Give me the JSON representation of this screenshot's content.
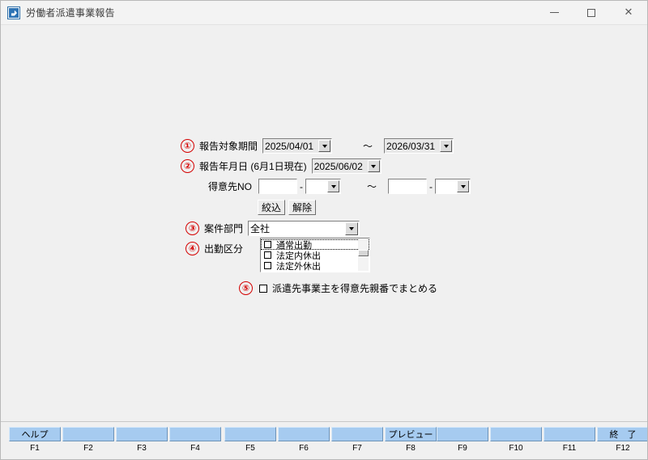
{
  "window": {
    "title": "労働者派遣事業報告",
    "icon": "app-icon",
    "minimize_label": "─",
    "maximize_label": "□",
    "close_label": "✕"
  },
  "form": {
    "period": {
      "marker": "①",
      "label": "報告対象期間",
      "from_value": "2025/04/01",
      "tilde": "～",
      "to_value": "2026/03/31"
    },
    "report_date": {
      "marker": "②",
      "label": "報告年月日 (6月1日現在)",
      "value": "2025/06/02"
    },
    "customer_no": {
      "label": "得意先NO",
      "from_main": "",
      "from_main_placeholder": "",
      "dash": "-",
      "from_sub": "",
      "tilde": "～",
      "to_main": "",
      "to_sub": "",
      "filter_button": "絞込",
      "clear_button": "解除"
    },
    "department": {
      "marker": "③",
      "label": "案件部門",
      "value": "全社"
    },
    "attendance": {
      "marker": "④",
      "label": "出勤区分",
      "items": [
        {
          "label": "通常出勤",
          "checked": false,
          "focused": true
        },
        {
          "label": "法定内休出",
          "checked": false,
          "focused": false
        },
        {
          "label": "法定外休出",
          "checked": false,
          "focused": false
        },
        {
          "label": "",
          "checked": false,
          "focused": false
        }
      ]
    },
    "group_option": {
      "marker": "⑤",
      "label": "派遣先事業主を得意先親番でまとめる",
      "checked": false
    }
  },
  "function_bar": {
    "keys": [
      {
        "key": "F1",
        "label": "ヘルプ"
      },
      {
        "key": "F2",
        "label": ""
      },
      {
        "key": "F3",
        "label": ""
      },
      {
        "key": "F4",
        "label": ""
      },
      {
        "key": "F5",
        "label": ""
      },
      {
        "key": "F6",
        "label": ""
      },
      {
        "key": "F7",
        "label": ""
      },
      {
        "key": "F8",
        "label": "プレビュー"
      },
      {
        "key": "F9",
        "label": ""
      },
      {
        "key": "F10",
        "label": ""
      },
      {
        "key": "F11",
        "label": ""
      },
      {
        "key": "F12",
        "label": "終　了"
      }
    ]
  },
  "colors": {
    "window_bg": "#f0f0f0",
    "fkey_blue": "#a6cbf0",
    "marker_red": "#d40000",
    "title_text": "#3d3d3d"
  }
}
